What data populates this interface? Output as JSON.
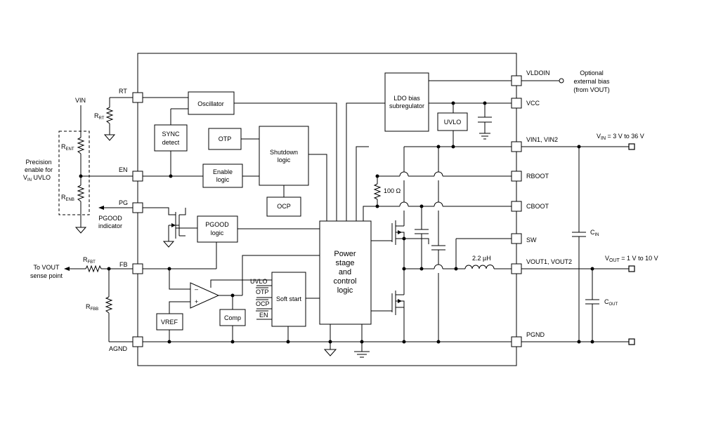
{
  "pins": {
    "rt": "RT",
    "en": "EN",
    "pg": "PG",
    "fb": "FB",
    "agnd": "AGND",
    "vldoin": "VLDOIN",
    "vcc": "VCC",
    "vin": "VIN1, VIN2",
    "rboot": "RBOOT",
    "cboot": "CBOOT",
    "sw": "SW",
    "vout": "VOUT1, VOUT2",
    "pgnd": "PGND"
  },
  "blocks": {
    "oscillator": "Oscillator",
    "sync": [
      "SYNC",
      "detect"
    ],
    "otp": "OTP",
    "shutdown": [
      "Shutdown",
      "logic"
    ],
    "enable": [
      "Enable",
      "logic"
    ],
    "ocp": "OCP",
    "pgood": [
      "PGOOD",
      "logic"
    ],
    "ldo": [
      "LDO bias",
      "subregulator"
    ],
    "uvlo": "UVLO",
    "power": [
      "Power",
      "stage",
      "and",
      "control",
      "logic"
    ],
    "softstart": "Soft start",
    "vref": "VREF",
    "comp": "Comp"
  },
  "softstart_inputs": [
    "UVLO",
    "OTP",
    "OCP",
    "EN"
  ],
  "external": {
    "vin_node": "VIN",
    "rrt": "R",
    "rrt_sub": "RT",
    "rent": "R",
    "rent_sub": "ENT",
    "renb": "R",
    "renb_sub": "ENB",
    "precision": [
      "Precision",
      "enable for"
    ],
    "precision_vin": "V",
    "precision_vin_sub": "IN",
    "precision_uvlo": " UVLO",
    "pgood_ind": [
      "PGOOD",
      "indicator"
    ],
    "rfbt": "R",
    "rfbt_sub": "FBT",
    "rfbb": "R",
    "rfbb_sub": "FBB",
    "to_vout": [
      "To VOUT",
      "sense point"
    ],
    "optional": [
      "Optional",
      "external bias",
      "(from VOUT)"
    ],
    "r100": "100 Ω",
    "inductor": "2.2 µH",
    "cin": "C",
    "cin_sub": "IN",
    "cout": "C",
    "cout_sub": "OUT",
    "vin_range_v": "V",
    "vin_range_sub": "IN",
    "vin_range_rest": " = 3 V to 36 V",
    "vout_range_v": "V",
    "vout_range_sub": "OUT",
    "vout_range_rest": " = 1 V to 10 V"
  },
  "opamp": {
    "minus": "–",
    "plus": "+"
  }
}
